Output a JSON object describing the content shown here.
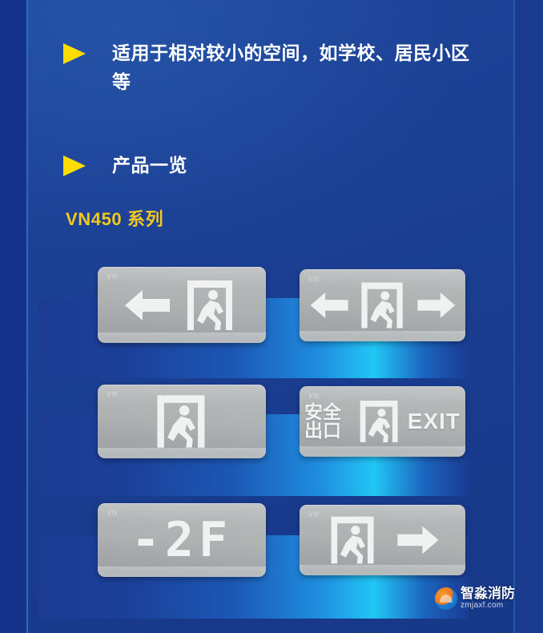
{
  "page": {
    "background_color": "#1d3f91",
    "accent_yellow": "#ffdd00",
    "series_gold": "#f4c81c",
    "glow_cyan": "#22c7f5"
  },
  "bullets": [
    {
      "marker": "triangle-right-icon",
      "text": "适用于相对较小的空间，如学校、居民小区等"
    },
    {
      "marker": "triangle-right-icon",
      "text": "产品一览"
    }
  ],
  "series": {
    "label": "VN450 系列"
  },
  "products": [
    {
      "row": 1,
      "side": "left",
      "type": "directional-exit-sign",
      "brand": "VN",
      "elements": [
        "arrow-left",
        "running-man-door"
      ],
      "text": ""
    },
    {
      "row": 1,
      "side": "right",
      "type": "bidirectional-exit-sign",
      "brand": "VN",
      "elements": [
        "arrow-left",
        "running-man-door",
        "arrow-right"
      ],
      "text": ""
    },
    {
      "row": 2,
      "side": "left",
      "type": "exit-sign",
      "brand": "VN",
      "elements": [
        "running-man-door"
      ],
      "text": ""
    },
    {
      "row": 2,
      "side": "right",
      "type": "exit-sign-labeled",
      "brand": "VN",
      "elements": [
        "running-man-door"
      ],
      "text_cn": "安全出口",
      "text_en": "EXIT"
    },
    {
      "row": 3,
      "side": "left",
      "type": "floor-indicator-sign",
      "brand": "VN",
      "elements": [],
      "text": "-2F"
    },
    {
      "row": 3,
      "side": "right",
      "type": "directional-exit-sign",
      "brand": "VN",
      "elements": [
        "running-man-door",
        "arrow-right"
      ],
      "text": ""
    }
  ],
  "watermark": {
    "name_cn": "智淼消防",
    "url": "zmjaxf.com",
    "logo": "zm-flame-logo-icon"
  }
}
